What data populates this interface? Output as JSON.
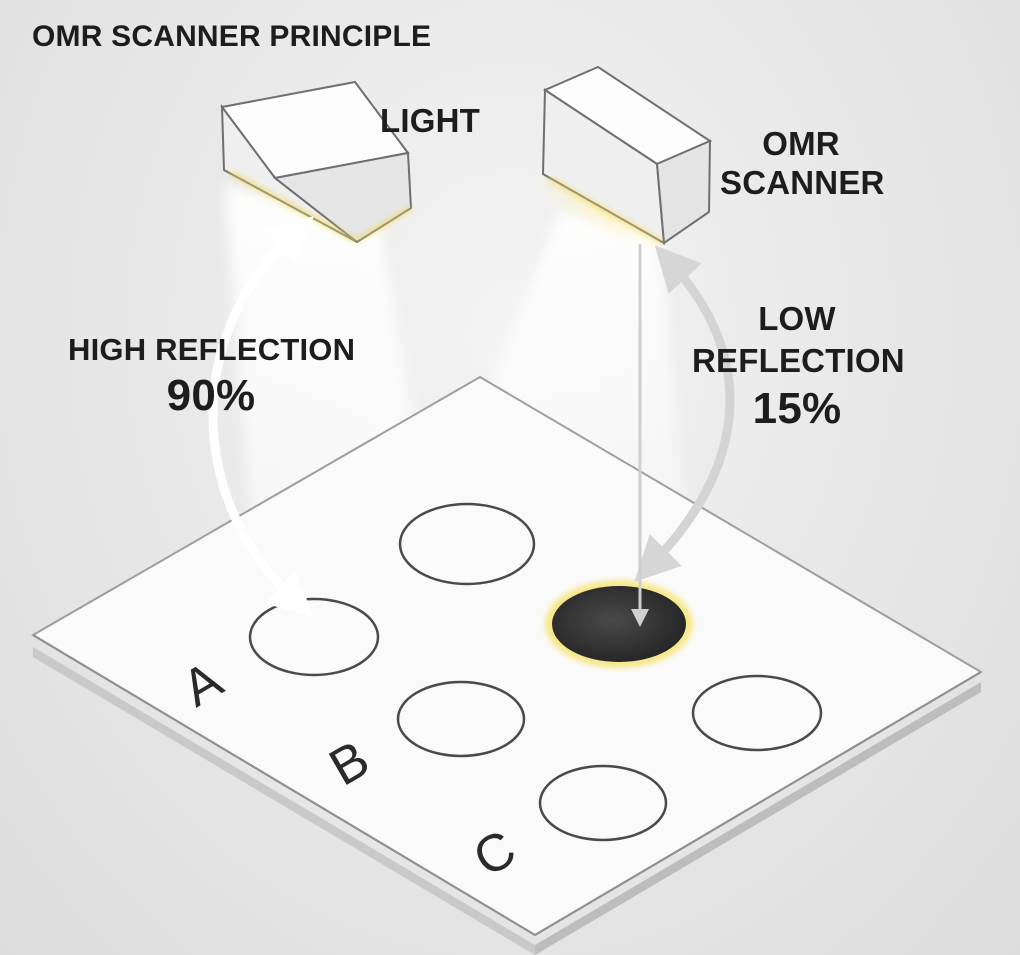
{
  "diagram": {
    "title": "OMR SCANNER PRINCIPLE",
    "light_label": "LIGHT",
    "scanner_label_line1": "OMR",
    "scanner_label_line2": "SCANNER",
    "high_reflection": {
      "label": "HIGH REFLECTION",
      "value": "90%"
    },
    "low_reflection": {
      "label_line1": "LOW",
      "label_line2": "REFLECTION",
      "value": "15%"
    },
    "row_labels": [
      "A",
      "B",
      "C"
    ],
    "colors": {
      "sheet": "#fbfbfb",
      "sheet_edge": "#b9b9b9",
      "filled_bubble": "#333333",
      "bubble_glow": "#f3e27a",
      "light_glow": "#f7e98e",
      "reflection_arrow_high": "#ffffff",
      "reflection_arrow_low": "#d3d3d3"
    },
    "icons": [
      "light-source-box-icon",
      "omr-scanner-box-icon",
      "high-reflection-arrow-icon",
      "low-reflection-arrow-icon",
      "scan-beam-arrow-icon"
    ]
  }
}
